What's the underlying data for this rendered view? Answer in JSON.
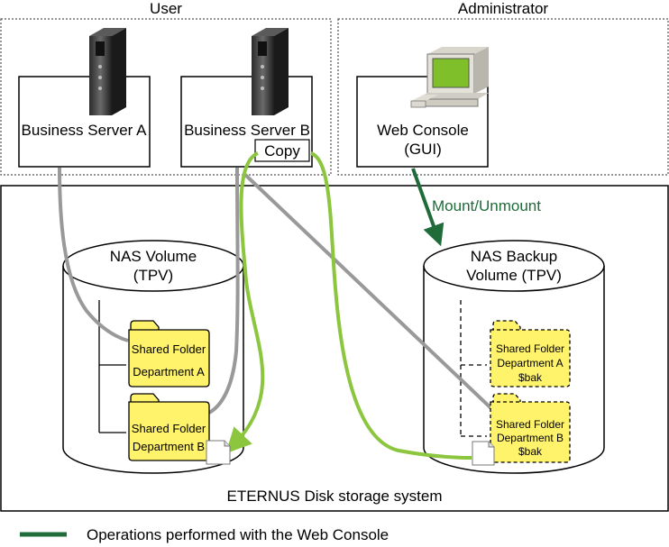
{
  "regions": {
    "user": "User",
    "administrator": "Administrator",
    "storage_system": "ETERNUS Disk storage system"
  },
  "servers": {
    "a": "Business Server A",
    "b": "Business Server B",
    "copy": "Copy"
  },
  "web_console": {
    "line1": "Web Console",
    "line2": "(GUI)"
  },
  "mount_label": "Mount/Unmount",
  "nas_volume": {
    "line1": "NAS Volume",
    "line2": "(TPV)"
  },
  "nas_backup_volume": {
    "line1": "NAS Backup",
    "line2": "Volume (TPV)"
  },
  "folders": {
    "shared_a": {
      "line1": "Shared Folder",
      "line2": "Department A"
    },
    "shared_b": {
      "line1": "Shared Folder",
      "line2": "Department B"
    },
    "backup_a": {
      "line1": "Shared Folder",
      "line2": "Department A",
      "line3": "$bak"
    },
    "backup_b": {
      "line1": "Shared Folder",
      "line2": "Department B",
      "line3": "$bak"
    }
  },
  "legend": {
    "text": "Operations performed with the Web Console",
    "color": "#1f6b3a"
  },
  "colors": {
    "copy_path": "#8cc63f",
    "access_path": "#999999",
    "folder_fill": "#fff36b",
    "mount_arrow": "#1f6b3a"
  },
  "icons": {
    "server": "server-tower-icon",
    "pc": "desktop-pc-icon",
    "file": "document-icon",
    "folder": "folder-icon"
  }
}
